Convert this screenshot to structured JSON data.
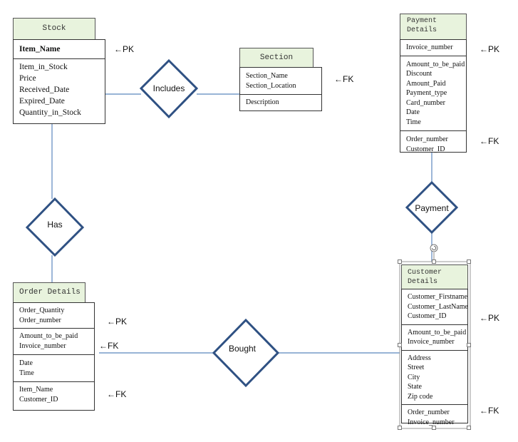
{
  "entities": {
    "stock": {
      "title": "Stock",
      "key_attr": "Item_Name",
      "attrs": [
        "Item_in_Stock",
        "Price",
        "Received_Date",
        "Expired_Date",
        "Quantity_in_Stock"
      ]
    },
    "section": {
      "title": "Section",
      "attrs": [
        "Section_Name",
        "Section_Location"
      ],
      "extra": [
        "Description"
      ]
    },
    "payment": {
      "title_line1": "Payment",
      "title_line2": "Details",
      "key": [
        "Invoice_number"
      ],
      "attrs": [
        "Amount_to_be_paid",
        "Discount",
        "Amount_Paid",
        "Payment_type",
        "Card_number",
        "Date",
        "Time"
      ],
      "fks": [
        "Order_number",
        "Customer_ID"
      ]
    },
    "customer": {
      "title_line1": "Customer",
      "title_line2": "Details",
      "key": [
        "Customer_Firstname",
        "Customer_LastName",
        "Customer_ID"
      ],
      "mid": [
        "Amount_to_be_paid",
        "Invoice_number"
      ],
      "address": [
        "Address",
        "Street",
        "City",
        "State",
        "Zip code"
      ],
      "fks": [
        "Order_number",
        "Invoice_number"
      ]
    },
    "order": {
      "title": "Order Details",
      "key": [
        "Order_Quantity",
        "Order_number"
      ],
      "mid": [
        "Amount_to_be_paid",
        "Invoice_number"
      ],
      "time": [
        "Date",
        "Time"
      ],
      "fks": [
        "Item_Name",
        "Customer_ID"
      ]
    }
  },
  "relationships": {
    "includes": "Includes",
    "has": "Has",
    "payment": "Payment",
    "bought": "Bought"
  },
  "key_labels": {
    "stock_pk": "←PK",
    "section_fk": "←FK",
    "payment_pk": "←PK",
    "payment_fk": "←FK",
    "customer_pk": "←PK",
    "customer_fk": "←FK",
    "order_pk": "←PK",
    "order_mid_fk": "←FK",
    "order_fk": "←FK"
  },
  "colors": {
    "diamond_stroke": "#2f5183",
    "connector": "#5b86be",
    "header_fill": "#e8f3dd"
  }
}
